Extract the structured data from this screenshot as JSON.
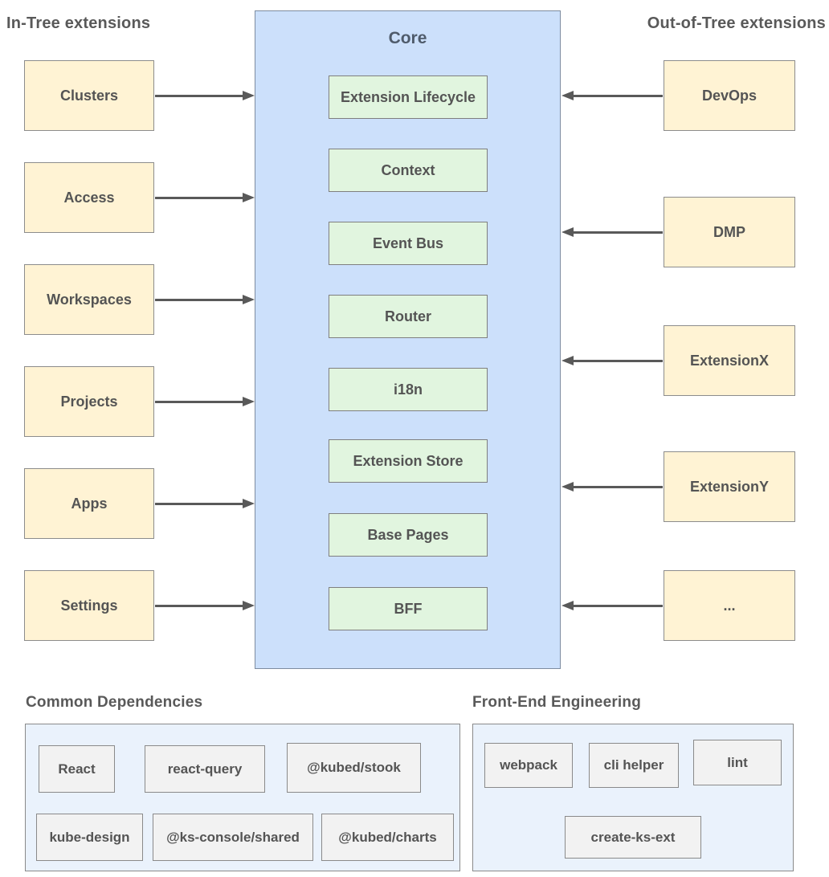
{
  "headers": {
    "in_tree": "In-Tree extensions",
    "out_of_tree": "Out-of-Tree extensions",
    "common_dependencies": "Common Dependencies",
    "front_end_engineering": "Front-End Engineering"
  },
  "core": {
    "title": "Core",
    "modules": [
      "Extension Lifecycle",
      "Context",
      "Event Bus",
      "Router",
      "i18n",
      "Extension Store",
      "Base Pages",
      "BFF"
    ]
  },
  "in_tree": {
    "items": [
      "Clusters",
      "Access",
      "Workspaces",
      "Projects",
      "Apps",
      "Settings"
    ]
  },
  "out_of_tree": {
    "items": [
      "DevOps",
      "DMP",
      "ExtensionX",
      "ExtensionY",
      "..."
    ]
  },
  "common_dependencies": {
    "items": [
      "React",
      "react-query",
      "@kubed/stook",
      "kube-design",
      "@ks-console/shared",
      "@kubed/charts"
    ]
  },
  "front_end_engineering": {
    "items": [
      "webpack",
      "cli helper",
      "lint",
      "create-ks-ext"
    ]
  },
  "colors": {
    "extension_box_fill": "#FFF3D4",
    "core_fill": "#CCE0FB",
    "core_module_fill": "#E1F5DF",
    "bottom_container_fill": "#EAF2FC",
    "tool_chip_fill": "#F2F2F2",
    "border": "#8a8a8a",
    "arrow": "#595959",
    "text": "#545454"
  }
}
